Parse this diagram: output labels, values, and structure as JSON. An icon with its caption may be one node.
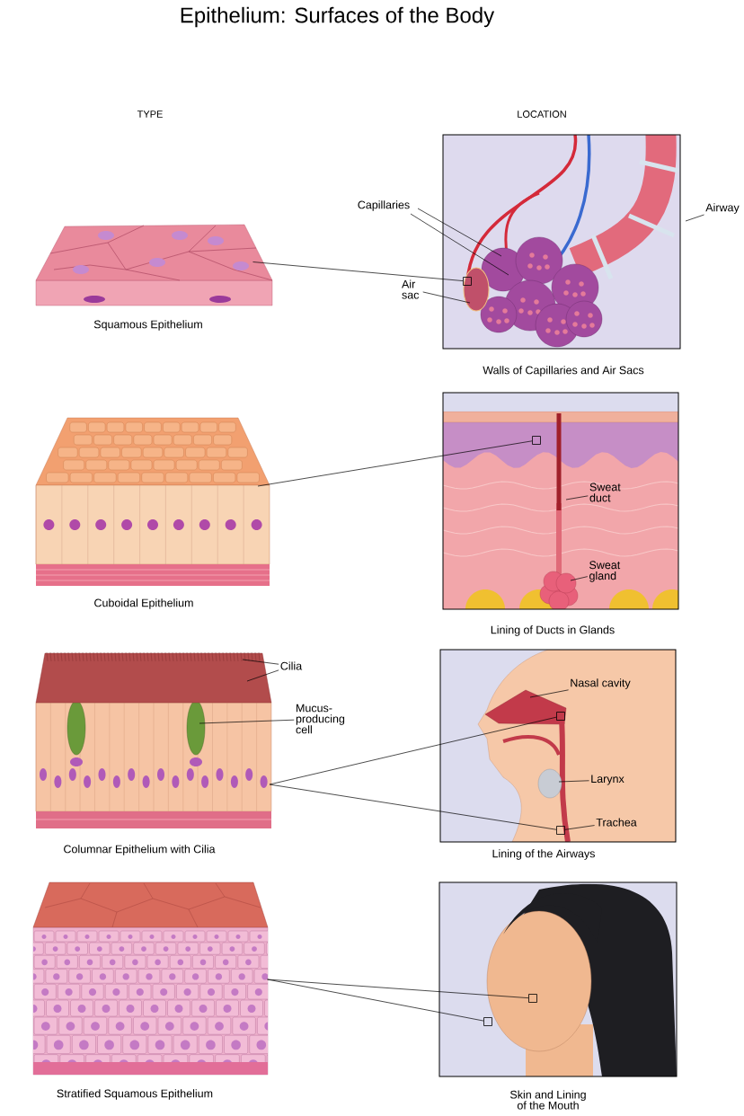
{
  "diagram": {
    "title": "Epithelium: Surfaces of the Body",
    "nodes": [
      {
        "text": [],
        "shape": "picture",
        "beside": [
          "Squamous Epithelium"
        ]
      },
      {
        "text": [],
        "shape": "picture",
        "beside": [
          "Walls of Capillaries and Air Sacs"
        ]
      },
      {
        "text": [],
        "shape": "box",
        "in": 1
      },
      {
        "text": [
          "Capillaries"
        ]
      },
      {
        "text": [
          "Air sac"
        ]
      },
      {
        "text": [
          "Airway"
        ]
      },
      {
        "text": [],
        "shape": "picture",
        "beside": [
          "Cuboidal Epithelium"
        ]
      },
      {
        "text": [],
        "shape": "picture",
        "beside": [
          "Lining of Ducts in Glands"
        ]
      },
      {
        "text": [],
        "shape": "box",
        "in": 7
      },
      {
        "text": [
          "Sweat duct"
        ],
        "in": 7
      },
      {
        "text": [
          "Sweat gland"
        ],
        "in": 7
      },
      {
        "text": [],
        "shape": "picture",
        "beside": [
          "Columnar Epithelium with Cilia"
        ]
      },
      {
        "text": [
          "Cilia"
        ]
      },
      {
        "text": [
          "Mucus-producing cell"
        ]
      },
      {
        "text": [],
        "shape": "picture",
        "beside": [
          "Lining of the Airways"
        ]
      },
      {
        "text": [],
        "shape": "box",
        "in": 14
      },
      {
        "text": [],
        "shape": "box",
        "in": 14
      },
      {
        "text": [
          "Nasal cavity"
        ],
        "in": 14
      },
      {
        "text": [
          "Larynx"
        ],
        "in": 14
      },
      {
        "text": [
          "Trachea"
        ],
        "in": 14
      },
      {
        "text": [],
        "shape": "picture",
        "beside": [
          "Stratified Squamous Epithelium"
        ]
      },
      {
        "text": [],
        "shape": "picture",
        "beside": [
          "Skin and Lining of the Mouth"
        ]
      },
      {
        "text": [],
        "shape": "box",
        "in": 21
      },
      {
        "text": [],
        "shape": "box",
        "in": 21
      }
    ],
    "edges": [
      {
        "from": 0,
        "to": 2,
        "arrow": "none"
      },
      {
        "from": 3,
        "to": null,
        "arrow": "none"
      },
      {
        "from": 3,
        "to": null,
        "arrow": "none"
      },
      {
        "from": 4,
        "to": null,
        "arrow": "none"
      },
      {
        "from": 5,
        "to": 1,
        "arrow": "none"
      },
      {
        "from": 6,
        "to": 8,
        "arrow": "none"
      },
      {
        "from": 9,
        "to": null,
        "arrow": "none"
      },
      {
        "from": 10,
        "to": null,
        "arrow": "none"
      },
      {
        "from": 11,
        "to": 15,
        "arrow": "none"
      },
      {
        "from": 11,
        "to": 16,
        "arrow": "none"
      },
      {
        "from": 12,
        "to": 11,
        "arrow": "none"
      },
      {
        "from": 12,
        "to": 11,
        "arrow": "none"
      },
      {
        "from": 13,
        "to": 11,
        "arrow": "none"
      },
      {
        "from": 17,
        "to": null,
        "arrow": "none"
      },
      {
        "from": 18,
        "to": null,
        "arrow": "none"
      },
      {
        "from": 19,
        "to": 16,
        "arrow": "none"
      },
      {
        "from": 20,
        "to": 22,
        "arrow": "none"
      },
      {
        "from": 20,
        "to": 23,
        "arrow": "none"
      }
    ],
    "labels": [
      "TYPE",
      "LOCATION"
    ]
  }
}
